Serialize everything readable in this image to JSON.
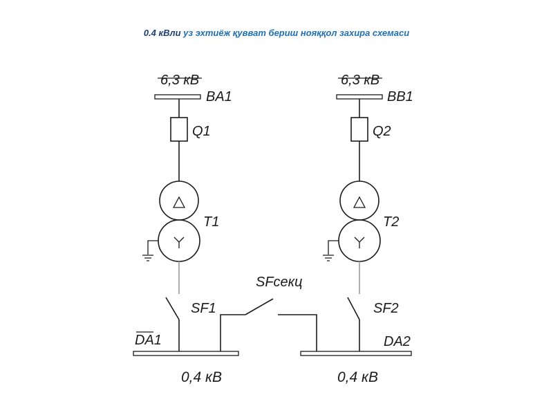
{
  "title": {
    "part1": "0.4 кВли",
    "part2": " уз эхтиёж қувват бериш нояққол захира схемаси"
  },
  "labels": {
    "voltage_hv_left": "6,3 кВ",
    "voltage_hv_right": "6,3 кВ",
    "bus_left": "BA1",
    "bus_right": "BB1",
    "fuse_left": "Q1",
    "fuse_right": "Q2",
    "transformer_left": "T1",
    "transformer_right": "T2",
    "breaker_left": "SF1",
    "breaker_right": "SF2",
    "breaker_section": "SFсекц",
    "lv_bus_left": "DA1",
    "lv_bus_right": "DA2",
    "voltage_lv_left": "0,4 кВ",
    "voltage_lv_right": "0,4 кВ"
  }
}
